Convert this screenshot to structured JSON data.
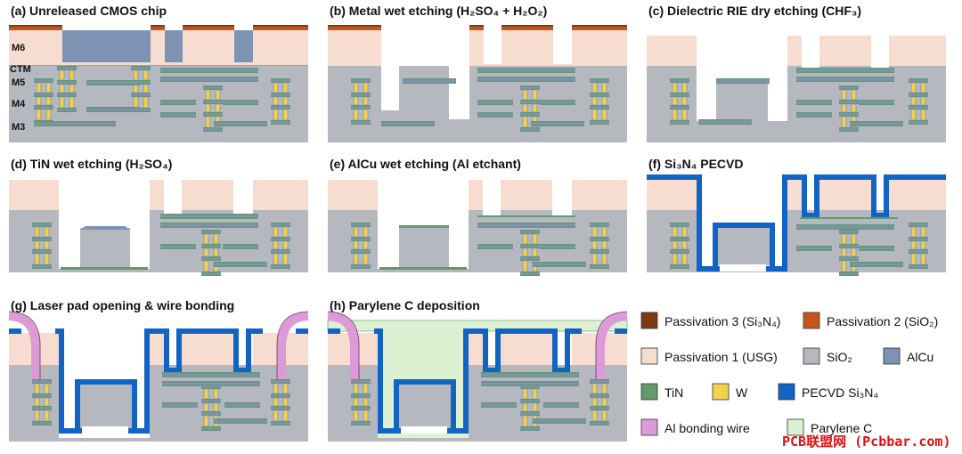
{
  "panels": [
    {
      "id": "a",
      "title": "(a) Unreleased CMOS chip"
    },
    {
      "id": "b",
      "title": "(b) Metal wet etching (H₂SO₄ + H₂O₂)"
    },
    {
      "id": "c",
      "title": "(c) Dielectric RIE dry etching (CHF₃)"
    },
    {
      "id": "d",
      "title": "(d) TiN wet etching (H₂SO₄)"
    },
    {
      "id": "e",
      "title": "(e) AlCu wet etching (Al etchant)"
    },
    {
      "id": "f",
      "title": "(f) Si₃N₄ PECVD"
    },
    {
      "id": "g",
      "title": "(g) Laser pad opening & wire bonding"
    },
    {
      "id": "h",
      "title": "(h) Parylene C deposition"
    }
  ],
  "layer_labels": [
    "M6",
    "CTM",
    "M5",
    "M4",
    "M3"
  ],
  "legend": [
    {
      "label": "Passivation 3 (Si₃N₄)",
      "color": "#7a3b14"
    },
    {
      "label": "Passivation 2 (SiO₂)",
      "color": "#c9541b"
    },
    {
      "label": "Passivation 1 (USG)",
      "color": "#f7ddd0"
    },
    {
      "label": "SiO₂",
      "color": "#b5b9bf"
    },
    {
      "label": "AlCu",
      "color": "#7e92b4"
    },
    {
      "label": "TiN",
      "color": "#64996c"
    },
    {
      "label": "W",
      "color": "#f3d14c"
    },
    {
      "label": "PECVD Si₃N₄",
      "color": "#1163c4"
    },
    {
      "label": "Al bonding wire",
      "color": "#dc9ad6"
    },
    {
      "label": "Parylene C",
      "color": "#dcf1d2"
    }
  ],
  "watermark": "PCB联盟网 (Pcbbar.com)"
}
